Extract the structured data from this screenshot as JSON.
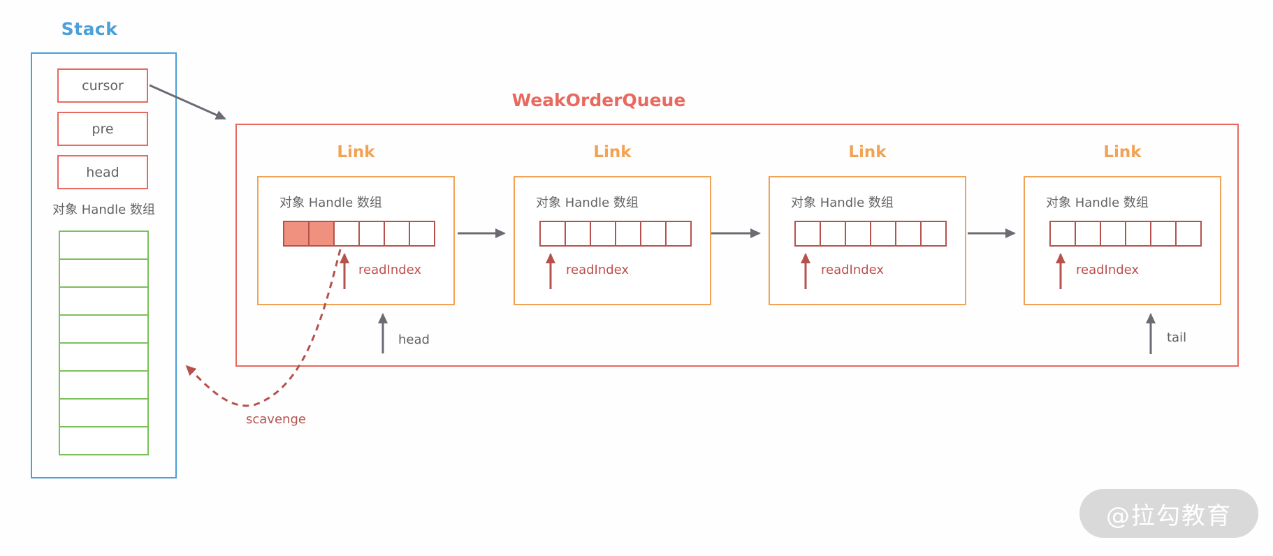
{
  "stack": {
    "title": "Stack",
    "registers": [
      "cursor",
      "pre",
      "head"
    ],
    "array_label": "对象 Handle 数组",
    "slot_count": 8
  },
  "queue": {
    "title": "WeakOrderQueue",
    "links": [
      {
        "title": "Link",
        "array_label": "对象 Handle 数组",
        "cells": 6,
        "filled": 2,
        "read_index_label": "readIndex"
      },
      {
        "title": "Link",
        "array_label": "对象 Handle 数组",
        "cells": 6,
        "filled": 0,
        "read_index_label": "readIndex"
      },
      {
        "title": "Link",
        "array_label": "对象 Handle 数组",
        "cells": 6,
        "filled": 0,
        "read_index_label": "readIndex"
      },
      {
        "title": "Link",
        "array_label": "对象 Handle 数组",
        "cells": 6,
        "filled": 0,
        "read_index_label": "readIndex"
      }
    ],
    "head_label": "head",
    "tail_label": "tail"
  },
  "scavenge_label": "scavenge",
  "watermark": "@拉勾教育",
  "colors": {
    "stack_blue": "#4aa0d8",
    "queue_salmon": "#e8695f",
    "link_orange": "#f2a254",
    "cell_brick": "#b5524e",
    "cell_fill": "#f0907f",
    "slot_green": "#7cc05a",
    "arrow_gray": "#6b6b73",
    "text_gray": "#636363"
  }
}
